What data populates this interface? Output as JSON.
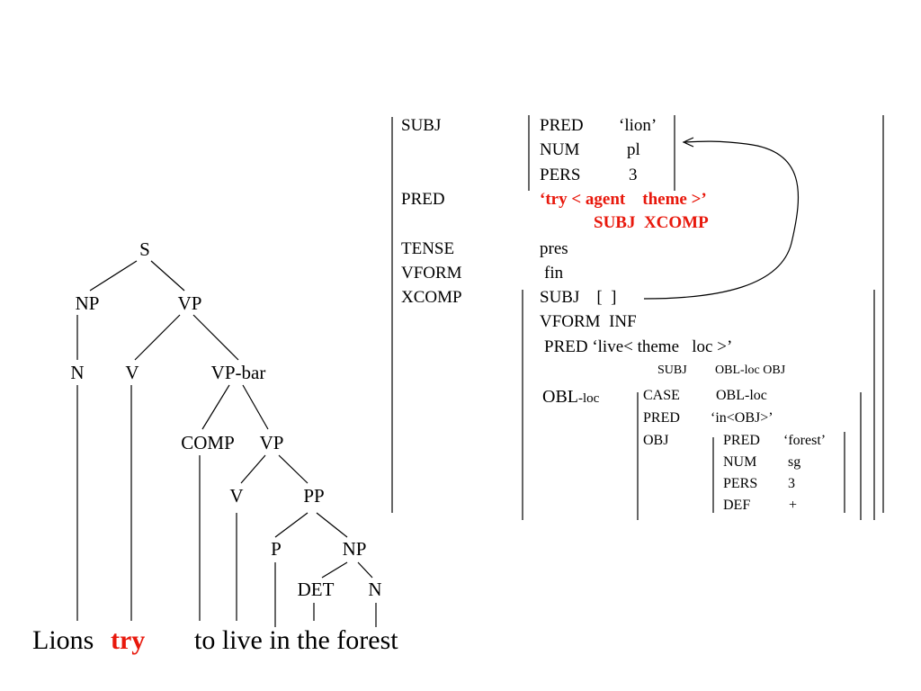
{
  "colors": {
    "text": "#000000",
    "highlight": "#e8180c",
    "background": "#ffffff"
  },
  "tree": {
    "S": "S",
    "NP": "NP",
    "VP": "VP",
    "N": "N",
    "V": "V",
    "VP_bar": "VP-bar",
    "COMP": "COMP",
    "VP2": "VP",
    "V2": "V",
    "PP": "PP",
    "P": "P",
    "NP2": "NP",
    "DET": "DET",
    "N2": "N"
  },
  "sentence": {
    "lions": "Lions",
    "try": "try",
    "rest": "to live in the forest"
  },
  "fstructure": {
    "subj": {
      "label": "SUBJ",
      "pred_attr": "PRED",
      "pred_val": "‘lion’",
      "num_attr": "NUM",
      "num_val": "pl",
      "pers_attr": "PERS",
      "pers_val": "3"
    },
    "pred": {
      "label": "PRED",
      "val_line1": "‘try < agent    theme >’",
      "val_line2": "SUBJ  XCOMP"
    },
    "tense": {
      "label": "TENSE",
      "val": "pres"
    },
    "vform": {
      "label": "VFORM",
      "val": "fin"
    },
    "xcomp": {
      "label": "XCOMP",
      "subj": "SUBJ    [  ]",
      "vform": "VFORM  INF",
      "pred": "PRED ‘live< theme   loc >’",
      "pred_sub1": "SUBJ",
      "pred_sub2": "OBL-loc OBJ",
      "obl": {
        "label_main": "OBL",
        "label_suffix": "-loc",
        "case_attr": "CASE",
        "case_val": "OBL-loc",
        "pred_attr": "PRED",
        "pred_val": "‘in<OBJ>’",
        "obj_label": "OBJ",
        "obj": {
          "pred_attr": "PRED",
          "pred_val": "‘forest’",
          "num_attr": "NUM",
          "num_val": "sg",
          "pers_attr": "PERS",
          "pers_val": "3",
          "def_attr": "DEF",
          "def_val": "+"
        }
      }
    }
  }
}
